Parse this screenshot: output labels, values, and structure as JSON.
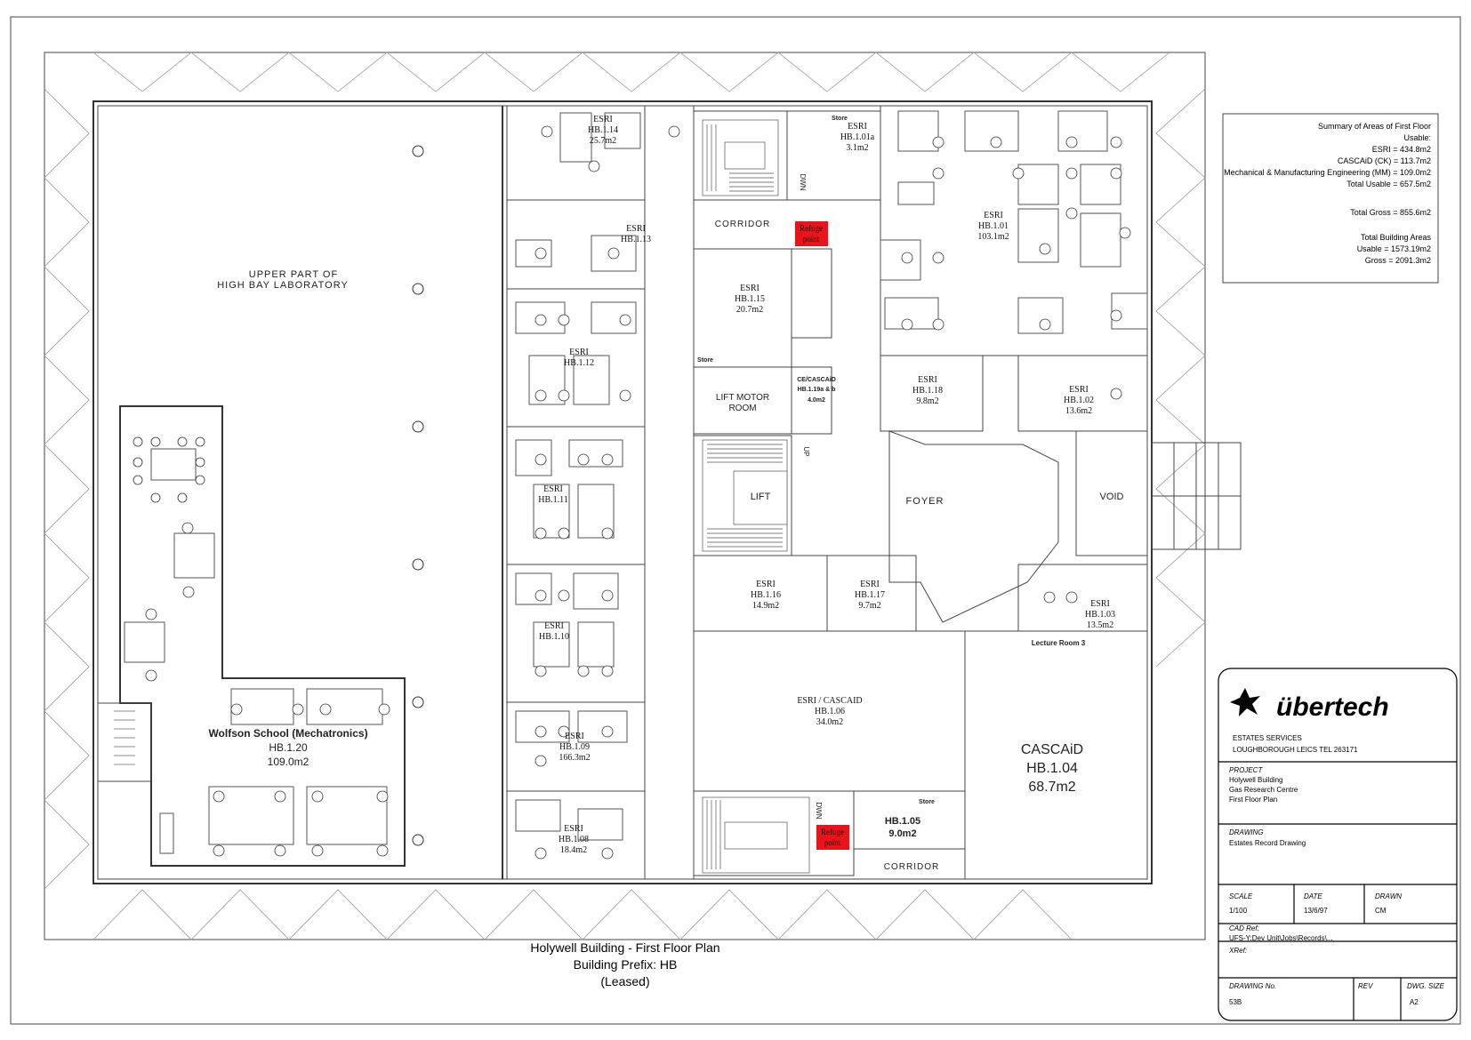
{
  "summary": {
    "title": "Summary of Areas of First Floor",
    "usable_label": "Usable:",
    "esri": "ESRI = 434.8m2",
    "cascaid": "CASCAiD (CK) = 113.7m2",
    "mm": "Mechanical & Manufacturing Engineering (MM) = 109.0m2",
    "total_usable": "Total Usable = 657.5m2",
    "total_gross": "Total Gross = 855.6m2",
    "building_title": "Total Building Areas",
    "building_usable": "Usable = 1573.19m2",
    "building_gross": "Gross = 2091.3m2"
  },
  "labels": {
    "high_bay_1": "UPPER PART OF",
    "high_bay_2": "HIGH BAY LABORATORY",
    "corridor_top": "CORRIDOR",
    "corridor_bottom": "CORRIDOR",
    "lift_motor_1": "LIFT MOTOR",
    "lift_motor_2": "ROOM",
    "lift": "LIFT",
    "foyer": "FOYER",
    "void": "VOID",
    "refuge_top_1": "Refuge",
    "refuge_top_2": "point",
    "refuge_bottom_1": "Refuge",
    "refuge_bottom_2": "point",
    "store_top": "Store",
    "store_mid": "Store",
    "store_bottom": "Store",
    "dwn_top": "DWN",
    "dwn_bottom": "DWN",
    "up": "UP",
    "lecture_room": "Lecture Room 3"
  },
  "rooms": {
    "hb114": {
      "org": "ESRI",
      "id": "HB.1.14",
      "area": "25.7m2"
    },
    "hb101a": {
      "org": "ESRI",
      "id": "HB.1.01a",
      "area": "3.1m2"
    },
    "hb113": {
      "org": "ESRI",
      "id": "HB.1.13"
    },
    "hb101": {
      "org": "ESRI",
      "id": "HB.1.01",
      "area": "103.1m2"
    },
    "hb115": {
      "org": "ESRI",
      "id": "HB.1.15",
      "area": "20.7m2"
    },
    "hb112": {
      "org": "ESRI",
      "id": "HB.1.12"
    },
    "hb119": {
      "org": "CE/CASCAiD",
      "id": "HB.1.19a & b",
      "area": "4.0m2"
    },
    "hb118": {
      "org": "ESRI",
      "id": "HB.1.18",
      "area": "9.8m2"
    },
    "hb102": {
      "org": "ESRI",
      "id": "HB.1.02",
      "area": "13.6m2"
    },
    "hb111": {
      "org": "ESRI",
      "id": "HB.1.11"
    },
    "hb110": {
      "org": "ESRI",
      "id": "HB.1.10"
    },
    "hb116": {
      "org": "ESRI",
      "id": "HB.1.16",
      "area": "14.9m2"
    },
    "hb117": {
      "org": "ESRI",
      "id": "HB.1.17",
      "area": "9.7m2"
    },
    "hb103": {
      "org": "ESRI",
      "id": "HB.1.03",
      "area": "13.5m2"
    },
    "hb106": {
      "org": "ESRI / CASCAID",
      "id": "HB.1.06",
      "area": "34.0m2"
    },
    "hb109": {
      "org": "ESRI",
      "id": "HB.1.09",
      "area": "166.3m2"
    },
    "hb108": {
      "org": "ESRI",
      "id": "HB.1.08",
      "area": "18.4m2"
    },
    "hb105": {
      "id": "HB.1.05",
      "area": "9.0m2"
    },
    "hb104": {
      "org": "CASCAiD",
      "id": "HB.1.04",
      "area": "68.7m2"
    },
    "hb120": {
      "org": "Wolfson School (Mechatronics)",
      "id": "HB.1.20",
      "area": "109.0m2"
    }
  },
  "caption": {
    "line1": "Holywell Building - First Floor Plan",
    "line2": "Building Prefix: HB",
    "line3": "(Leased)"
  },
  "titleblock": {
    "logo": "übertech",
    "org1": "ESTATES SERVICES",
    "org2": "LOUGHBOROUGH LEICS TEL 263171",
    "project_label": "PROJECT",
    "project_1": "Holywell Building",
    "project_2": "Gas Research Centre",
    "project_3": "First Floor Plan",
    "drawing_label": "DRAWING",
    "drawing_value": "Estates Record Drawing",
    "scale_label": "SCALE",
    "scale_value": "1/100",
    "date_label": "DATE",
    "date_value": "13/6/97",
    "drawn_label": "DRAWN",
    "drawn_value": "CM",
    "cad_label": "CAD Ref:",
    "cad_value": "UFS-Y:Dev Unit\\Jobs\\Records\\...",
    "xref_label": "XRef:",
    "drawno_label": "DRAWING No.",
    "drawno_value": "53B",
    "rev_label": "REV",
    "dwgsize_label": "DWG. SIZE",
    "dwgsize_value": "A2"
  },
  "colors": {
    "refuge": "#e8141b",
    "ink": "#222222"
  }
}
